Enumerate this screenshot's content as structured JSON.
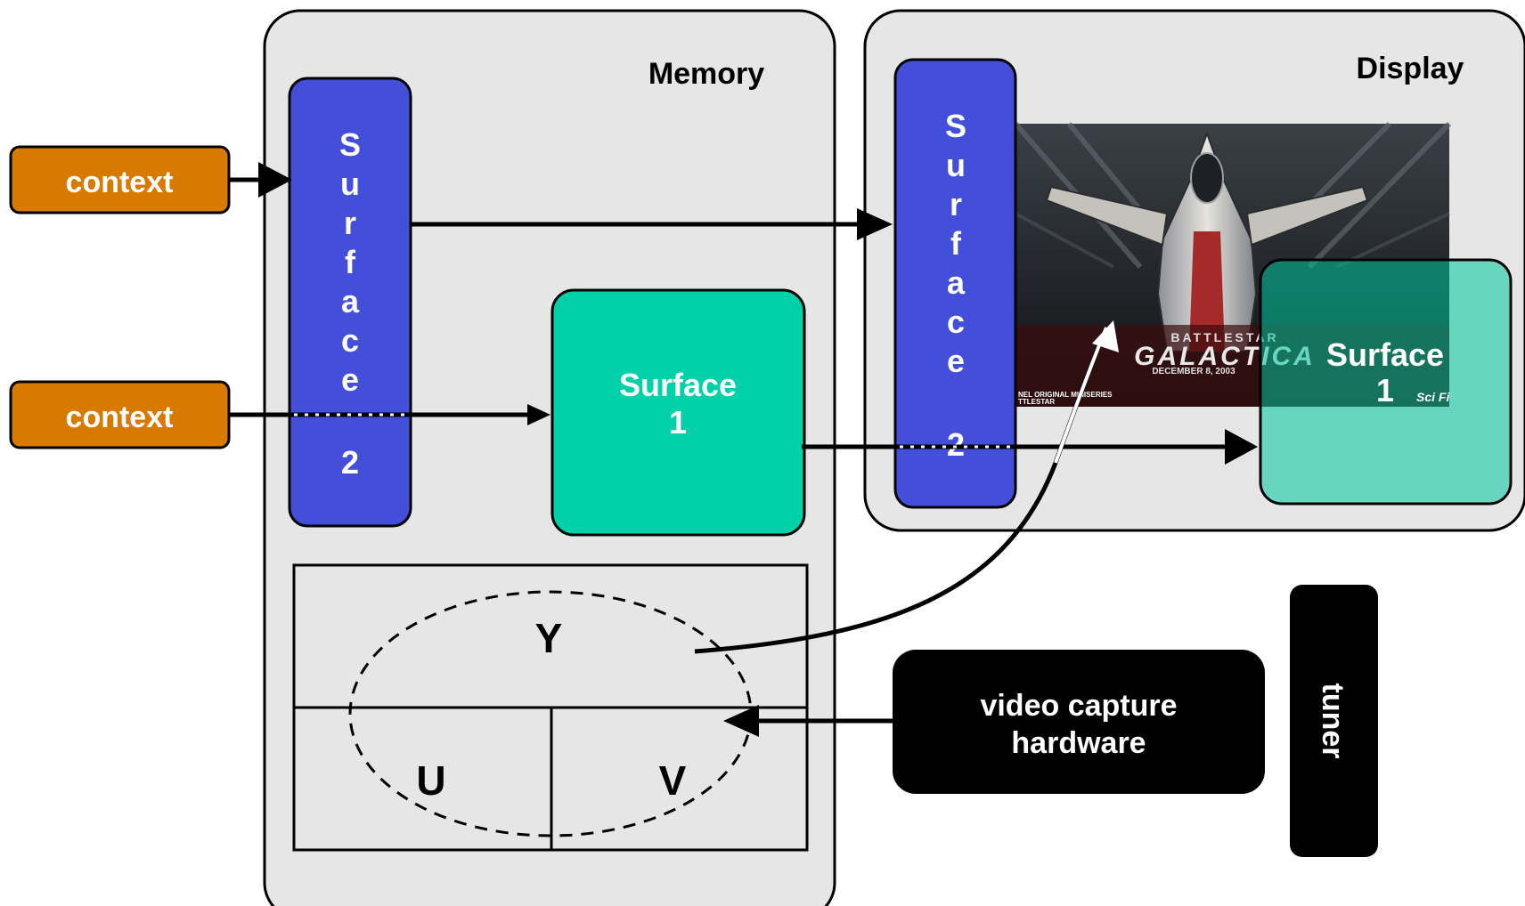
{
  "containers": {
    "memory_label": "Memory",
    "display_label": "Display"
  },
  "context_boxes": [
    {
      "label": "context"
    },
    {
      "label": "context"
    }
  ],
  "surface2": {
    "letters": [
      "S",
      "u",
      "r",
      "f",
      "a",
      "c",
      "e"
    ],
    "number": "2"
  },
  "surface1": {
    "line1": "Surface",
    "line2": "1"
  },
  "yuv": {
    "y": "Y",
    "u": "U",
    "v": "V"
  },
  "capture": {
    "line1": "video capture",
    "line2": "hardware"
  },
  "tuner": {
    "label": "tuner"
  },
  "screenshot": {
    "logo_small": "BATTLESTAR",
    "logo_big": "GALACTICA",
    "date": "DECEMBER 8, 2003",
    "credit_line1": "NEL ORIGINAL MINISERIES",
    "credit_line2": "TTLESTAR",
    "network": "Sci Fi"
  },
  "colors": {
    "context": "#d97a00",
    "surface2": "#434fd8",
    "surface1": "#00d1a9",
    "surface1_display": "#66dcc3",
    "container": "#e6e6e6",
    "black_box": "#000000"
  }
}
